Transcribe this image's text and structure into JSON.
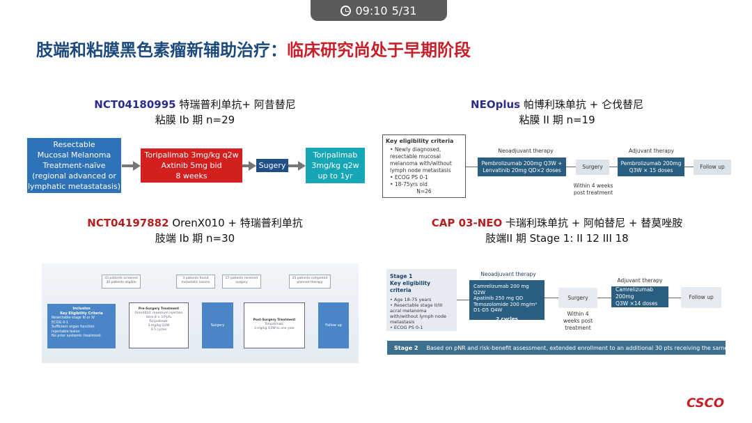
{
  "status": {
    "time": "09:10",
    "page": "5/31"
  },
  "title": {
    "part1": "肢端和粘膜黑色素瘤新辅助治疗：",
    "part2": "临床研究尚处于早期阶段"
  },
  "p1": {
    "nct": "NCT04180995",
    "drugs": " 特瑞普利单抗+ 阿昔替尼",
    "line2": "粘膜 Ib 期 n=29",
    "box1": [
      "Resectable",
      "Mucosal Melanoma",
      "Treatment-naïve",
      "(regional advanced or",
      "lymphatic metastatasis)"
    ],
    "box2": [
      "Toripalimab 3mg/kg q2w",
      "Axtinib 5mg bid",
      "8 weeks"
    ],
    "surgery": "Sugery",
    "box4": [
      "Toripalimab",
      "3mg/kg q2w",
      "up to 1yr"
    ]
  },
  "p2": {
    "nct": "NEOplus",
    "drugs": " 帕博利珠单抗 + 仑伐替尼",
    "line2": "粘膜 II 期 n=19",
    "elig_title": "Key eligibility criteria",
    "elig_items": [
      "Newly diagnosed, resectable mucosal melanoma with/without lymph node metastasis",
      "ECOG PS 0-1",
      "18-75yrs old"
    ],
    "n": "N=26",
    "neo_label": "Neoadjuvant therapy",
    "neo_box": [
      "Pembrolizumab 200mg  Q3W +",
      "Lenvatinib 20mg QD×2 doses"
    ],
    "surgery": "Surgery",
    "within": [
      "Within 4 weeks",
      "post treatment"
    ],
    "adj_label": "Adjuvant therapy",
    "adj_box": [
      "Pembrolizumab 200mg",
      "Q3W × 15 doses"
    ],
    "followup": "Follow up"
  },
  "p3": {
    "nct": "NCT04197882",
    "drugs": " OrenX010 + 特瑞普利单抗",
    "line2": "肢端 Ib 期 n=30",
    "top_notes": [
      "43 patients screened 30 patients eligible",
      "3 patients found metastatic lesions",
      "27 patients received surgery",
      "25 patients completed planned therapy"
    ],
    "incl_title": [
      "Inclusion",
      "Key Eligibility Criteria"
    ],
    "incl_items": [
      "Resectable stage III or IV",
      "ECOG 0-1",
      "Sufficient organ function",
      "Injectable lesion",
      "No prior systemic treatment"
    ],
    "pre_title": "Pre-Surgery Treatment",
    "pre_text": [
      "OrenX010: maximum injection dose 8 × 10⁸pfu",
      "Toripalimab:",
      "3 mg/kg Q2W",
      "4-5 cycles"
    ],
    "surgery": "Surgery",
    "post_title": "Post-Surgery Treatment",
    "post_text": [
      "Toripalimab:",
      "3 mg/kg Q3W to one year"
    ],
    "followup": "Follow up"
  },
  "p4": {
    "nct": "CAP 03-NEO",
    "drugs": " 卡瑞利珠单抗 + 阿帕替尼 + 替莫唑胺",
    "line2": "肢端II 期  Stage 1: II 12 III 18",
    "stage1_title": [
      "Stage 1",
      "Key eligibility criteria"
    ],
    "stage1_items": [
      "Age 18-75 years",
      "Resectable stage II/III acral melanoma with/without lymph node metastasis",
      "ECOG PS 0-1"
    ],
    "neo_label": "Neoadjuvant therapy",
    "neo_lines": [
      "Camrelizumab 200 mg  Q2W",
      "Apatinib 250 mg QD",
      "Temozolomide 200 mg/m²",
      "D1-D5 Q4W"
    ],
    "neo_cycles": "2 cycles",
    "surgery": "Surgery",
    "within": [
      "Within 4",
      "weeks post",
      "treatment"
    ],
    "adj_label": "Adjuvant therapy",
    "adj_box": [
      "Camrelizumab 200mg",
      "Q3W ×14 doses"
    ],
    "followup": "Follow up",
    "stage2_label": "Stage 2",
    "stage2_text": "Based on pNR and risk-benefit assessment, extended enrollment to an additional 30 pts receiving the same treatment"
  },
  "logo": "CSCO"
}
